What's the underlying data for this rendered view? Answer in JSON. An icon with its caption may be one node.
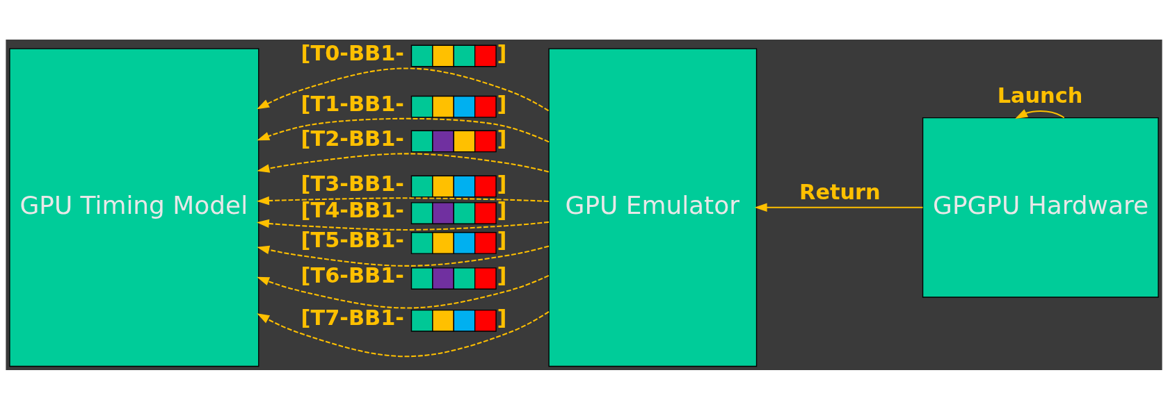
{
  "diagram": {
    "nodes": [
      {
        "text": [
          "GPU Timing Model"
        ]
      },
      {
        "text": [
          "GPU Emulator"
        ]
      },
      {
        "text": [
          "GPGPU Hardware"
        ]
      }
    ],
    "edges": [
      {
        "from": 1,
        "to": 0,
        "arrow": "to",
        "style": "dashed",
        "label": "[T0-BB1- ]"
      },
      {
        "from": 1,
        "to": 0,
        "arrow": "to",
        "style": "dashed",
        "label": "[T1-BB1- ]"
      },
      {
        "from": 1,
        "to": 0,
        "arrow": "to",
        "style": "dashed",
        "label": "[T2-BB1- ]"
      },
      {
        "from": 1,
        "to": 0,
        "arrow": "to",
        "style": "dashed",
        "label": "[T3-BB1- ]"
      },
      {
        "from": 1,
        "to": 0,
        "arrow": "to",
        "style": "dashed",
        "label": "[T4-BB1- ]"
      },
      {
        "from": 1,
        "to": 0,
        "arrow": "to",
        "style": "dashed",
        "label": "[T5-BB1- ]"
      },
      {
        "from": 1,
        "to": 0,
        "arrow": "to",
        "style": "dashed",
        "label": "[T6-BB1- ]"
      },
      {
        "from": 1,
        "to": 0,
        "arrow": "to",
        "style": "dashed",
        "label": "[T7-BB1- ]"
      },
      {
        "from": 2,
        "to": 2,
        "arrow": "to",
        "label": "Launch"
      },
      {
        "from": 2,
        "to": 1,
        "arrow": "to",
        "label": "Return"
      }
    ]
  }
}
